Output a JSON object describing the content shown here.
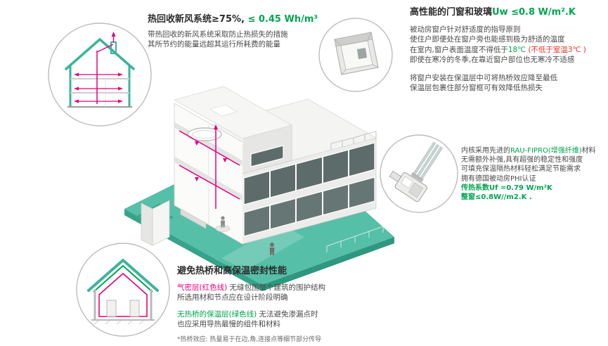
{
  "colors": {
    "teal": "#56bfa8",
    "teal_dark": "#38a28b",
    "green": "#00a550",
    "magenta": "#e6007e",
    "red": "#e8332a",
    "text": "#4a4a4a",
    "heading": "#2b2b2b"
  },
  "illustrations": {
    "center": "isometric-passive-house-cutaway",
    "hrv_callout": "house-section-heat-recovery-ventilation",
    "window_corner_callout": "window-corner-detail",
    "window_profile_callout": "window-profile-cross-section",
    "thermal_callout": "house-section-airtight-and-insulation-lines"
  },
  "hrv_section": {
    "title_black": "热回收新风系统≥75%,",
    "title_green": " ≤ 0.45 Wh/m³",
    "line1": "带热回收的新风系统采取防止热损失的措施",
    "line2": "其所节约的能量远超其运行所耗费的能量"
  },
  "windows_section": {
    "title_black": "高性能的门窗和玻璃",
    "title_green": "Uw ≤0.8 W/m².K",
    "p1_line1": "被动房窗户针对舒适度的指导原则",
    "p1_line2": "使住户即便处在窗户旁也能感到极为舒适的温度",
    "p1_line3_a": "在室内,窗户表面温度不得低于",
    "p1_line3_b": "18℃",
    "p1_line3_c": " (不低于室温3℃ )",
    "p1_line4": "即使在寒冷的冬季,在靠近窗户部位也无寒冷不适感",
    "p2_line1": "将窗户安装在保温层中可将热桥效应降至最低",
    "p2_line2": "保温层包裹住部分窗框可有效降低热损失"
  },
  "profile_section": {
    "line1_a": "内核采用先进的",
    "line1_b": "RAU-FIPRO(增强纤维)",
    "line1_c": "材料",
    "line2": "无需额外补强,具有超强的稳定性和强度",
    "line3": "可填充保温隔热材料轻松满足节能需求",
    "line4": "拥有德国被动房PHI认证",
    "line5": "传热系数Uf =0.79 W/m²K",
    "line6": "整窗≤0.8W//m2.K ."
  },
  "thermal_section": {
    "title": "避免热桥和高保温密封性能",
    "airtight_label": "气密层(红色线)",
    "airtight_text": " 无缝包围整个建筑的围护结构",
    "airtight_line2": "所选用材和节点应在设计阶段明确",
    "insulation_label": "无热桥的保温层(绿色线)",
    "insulation_text": " 无法避免渗漏点时",
    "insulation_line2": "也应采用导热最慢的组件和材料",
    "footnote": "*热桥效应: 热量易于在边,角,连接点等细节部分传导"
  }
}
